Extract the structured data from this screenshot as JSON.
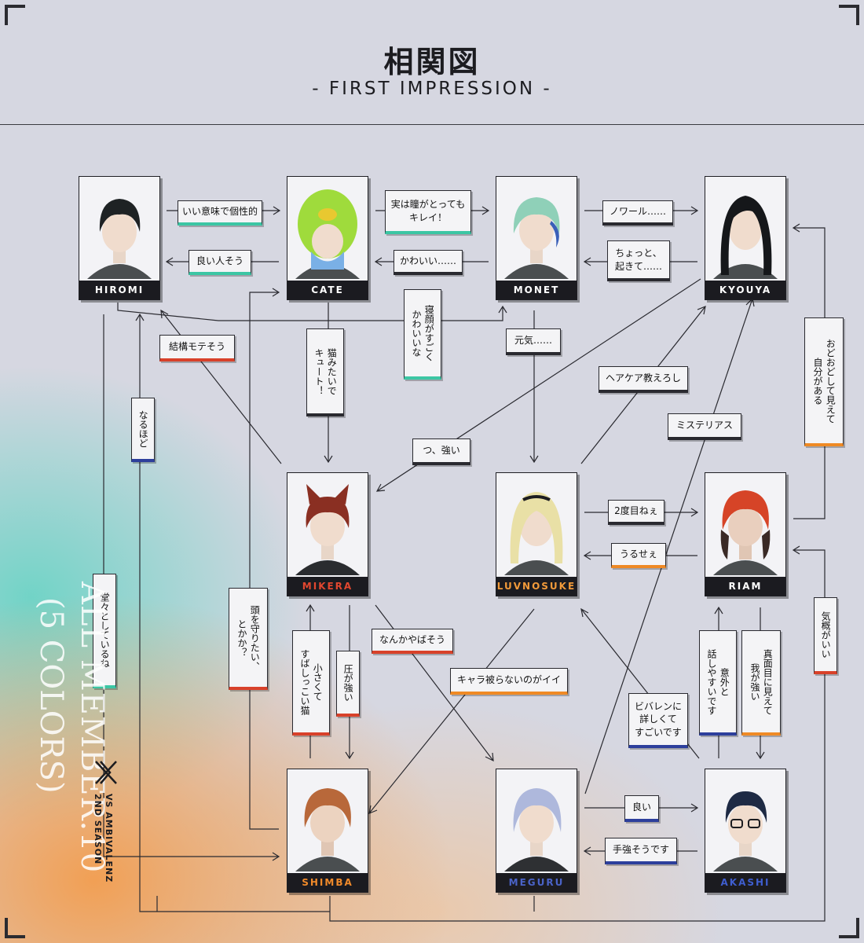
{
  "header": {
    "title": "相関図",
    "subtitle": "- FIRST IMPRESSION -"
  },
  "colors": {
    "green": "#3cc6a4",
    "black": "#2a2a30",
    "red": "#d8412a",
    "orange": "#ef8a25",
    "blue": "#2d3f9c"
  },
  "members": {
    "hiromi": "HIROMI",
    "cate": "CATE",
    "monet": "MONET",
    "kyouya": "KYOUYA",
    "mikera": "MIKERA",
    "luvnosuke": "LUVNOSUKE",
    "riam": "RIAM",
    "shimba": "SHIMBA",
    "meguru": "MEGURU",
    "akashi": "AKASHI"
  },
  "relations": {
    "hiromi_cate": "いい意味で個性的",
    "cate_hiromi": "良い人そう",
    "cate_monet": "実は瞳がとっても\nキレイ！",
    "monet_cate": "かわいい……",
    "monet_kyouya": "ノワール……",
    "kyouya_monet": "ちょっと、\n起きて……",
    "kyouya_cate": "寝顔がすごく\nかわいいな",
    "mikera_hiromi": "結構モテそう",
    "cate_mikera": "猫みたいで\nキュート！",
    "monet_luvnosuke": "元気……",
    "luvnosuke_kyouya": "ヘアケア教えろし",
    "meguru_kyouya": "ミステリアス",
    "riam_kyouya": "おどおどして見えて\n自分がある",
    "shimba_hiromi": "なるほど",
    "kyouya_mikera": "つ、強い",
    "luvnosuke_riam": "2度目ねぇ",
    "riam_luvnosuke": "うるせぇ",
    "hiromi_shimba": "堂々としているね",
    "shimba_cate": "頭を守りたい、\nとかか？",
    "shimba_mikera": "小さくて\nすばしっこい猫",
    "mikera_shimba": "圧が強い",
    "mikera_meguru": "なんかやばそう",
    "luvnosuke_shimba": "キャラ被らないのがイイ",
    "akashi_luvnosuke": "ビバレンに\n詳しくて\nすごいです",
    "akashi_riam": "意外と\n話しやすいです",
    "riam_akashi": "真面目に見えて\n我が強い",
    "akashi_kyouya": "気概がいい",
    "meguru_akashi": "良い",
    "akashi_meguru": "手強そうです"
  },
  "logo": {
    "line1": "ALL MEMBER.10",
    "line2": "(5 COLORS)",
    "line3": "VS AMBIVALENZ",
    "line4": "2ND SEASON"
  }
}
